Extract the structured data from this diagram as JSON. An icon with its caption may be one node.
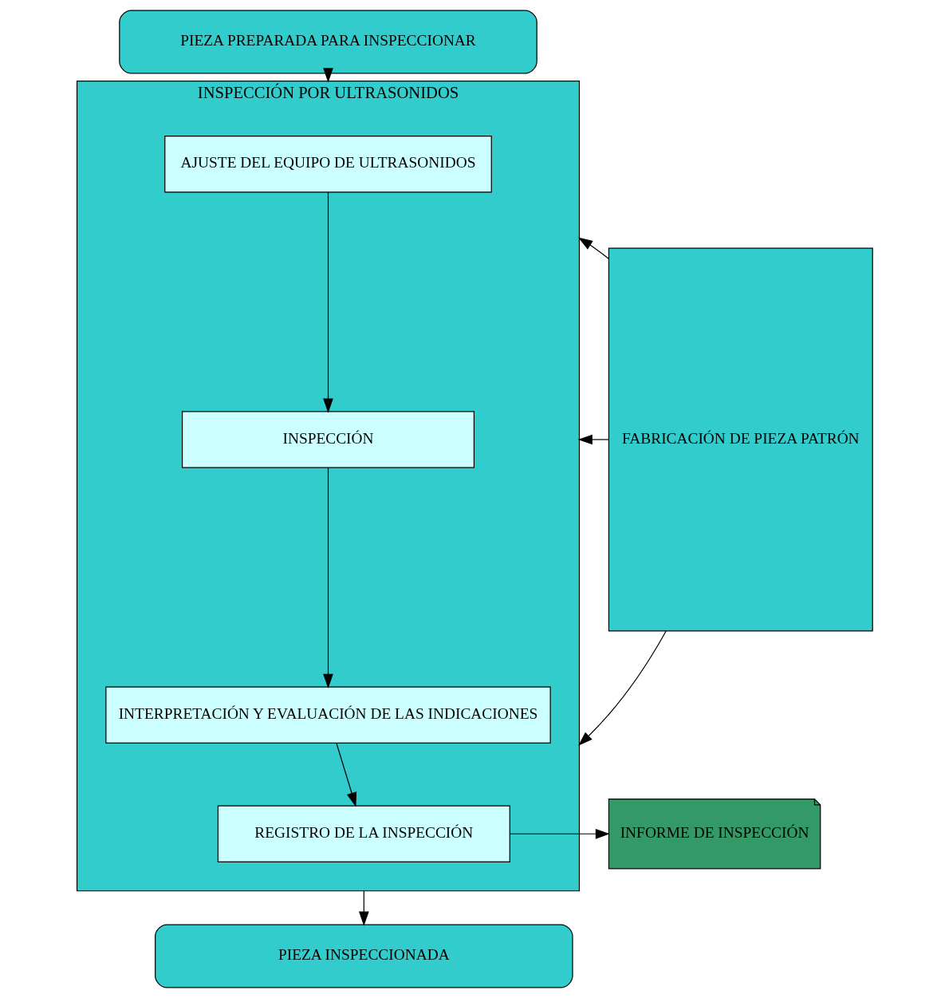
{
  "diagram": {
    "nodes": [
      {
        "text": [
          "PIEZA PREPARADA PARA INSPECCIONAR"
        ]
      },
      {
        "text": [
          "INSPECCIÓN POR ULTRASONIDOS"
        ]
      },
      {
        "text": [
          "AJUSTE DEL EQUIPO DE ULTRASONIDOS"
        ],
        "in": 1
      },
      {
        "text": [
          "INSPECCIÓN"
        ],
        "in": 1
      },
      {
        "text": [
          "INTERPRETACIÓN Y EVALUACIÓN DE LAS INDICACIONES"
        ],
        "in": 1
      },
      {
        "text": [
          "REGISTRO DE LA INSPECCIÓN"
        ],
        "in": 1
      },
      {
        "text": [
          "INFORME DE INSPECCIÓN"
        ]
      },
      {
        "text": [
          "FABRICACIÓN DE PIEZA PATRÓN"
        ]
      },
      {
        "text": [
          "PIEZA INSPECCIONADA"
        ]
      }
    ],
    "edges": [
      {
        "from": 0,
        "to": 1,
        "arrow": "to"
      },
      {
        "from": 2,
        "to": 3,
        "arrow": "to"
      },
      {
        "from": 3,
        "to": 4,
        "arrow": "to"
      },
      {
        "from": 4,
        "to": 5,
        "arrow": "to"
      },
      {
        "from": 5,
        "to": 6,
        "arrow": "to"
      },
      {
        "from": 7,
        "to": 1,
        "arrow": "to"
      },
      {
        "from": 7,
        "to": 1,
        "arrow": "to"
      },
      {
        "from": 7,
        "to": 1,
        "arrow": "to"
      },
      {
        "from": 1,
        "to": 8,
        "arrow": "to"
      }
    ]
  }
}
